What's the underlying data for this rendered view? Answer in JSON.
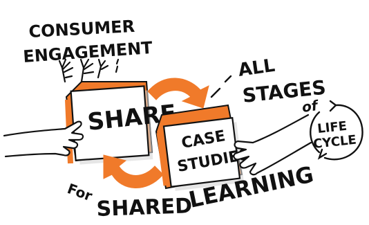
{
  "labels": {
    "consumer": "CONSUMER",
    "engagement": "ENGAGEMENT",
    "share": "SHARE",
    "case": "CASE",
    "studies": "STUDIES",
    "all": "ALL",
    "stages": "STAGES",
    "of": "of",
    "life": "LIFE",
    "cycle": "CYCLE",
    "for_word": "For",
    "shared": "SHARED",
    "learning": "LEARNING"
  },
  "colors": {
    "ink": "#111111",
    "orange": "#f07a2a",
    "orange_dark": "#e0661a",
    "shadow": "#c9c9c9",
    "paper": "#ffffff"
  },
  "icons": [
    "hands-raised-icon",
    "hand-left-icon",
    "hand-right-icon",
    "cycle-arrow-icon",
    "curved-arrow-icon"
  ]
}
